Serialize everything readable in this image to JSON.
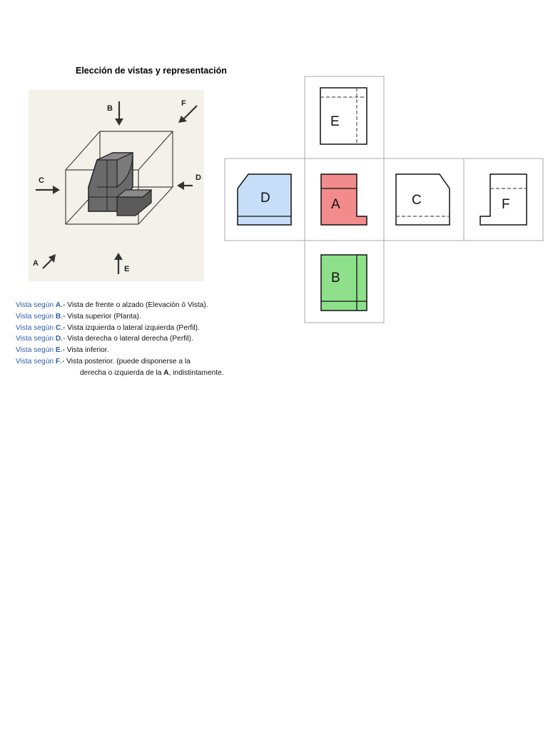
{
  "title": "Elección de vistas y representación",
  "iso": {
    "arrows": {
      "a": "A",
      "b": "B",
      "c": "C",
      "d": "D",
      "e": "E",
      "f": "F"
    }
  },
  "views": {
    "e": {
      "letter": "E",
      "fill": "#ffffff"
    },
    "d": {
      "letter": "D",
      "fill": "#c6def7"
    },
    "a": {
      "letter": "A",
      "fill": "#f28b8b"
    },
    "c": {
      "letter": "C",
      "fill": "#ffffff"
    },
    "f": {
      "letter": "F",
      "fill": "#ffffff"
    },
    "b": {
      "letter": "B",
      "fill": "#8fe08a"
    }
  },
  "legend": [
    {
      "prefix": "Vista según ",
      "letter": "A",
      "text": ".- Vista de frente o alzado (Elevación  ó  Vista)."
    },
    {
      "prefix": "Vista según ",
      "letter": "B",
      "text": ".- Vista  superior (Planta)."
    },
    {
      "prefix": "Vista según ",
      "letter": "C",
      "text": ".- Vista  izquierda o lateral izquierda (Perfil)."
    },
    {
      "prefix": "Vista según ",
      "letter": "D",
      "text": ".- Vista  derecha o lateral derecha (Perfil)."
    },
    {
      "prefix": "Vista según ",
      "letter": "E",
      "text": ".- Vista  inferior."
    },
    {
      "prefix": "Vista según ",
      "letter": "F",
      "text": ".- Vista  posterior. (puede disponerse a la"
    }
  ],
  "legend_cont": {
    "before": "derecha o izquierda de la ",
    "bold": "A",
    "after": ", indistintamente."
  }
}
